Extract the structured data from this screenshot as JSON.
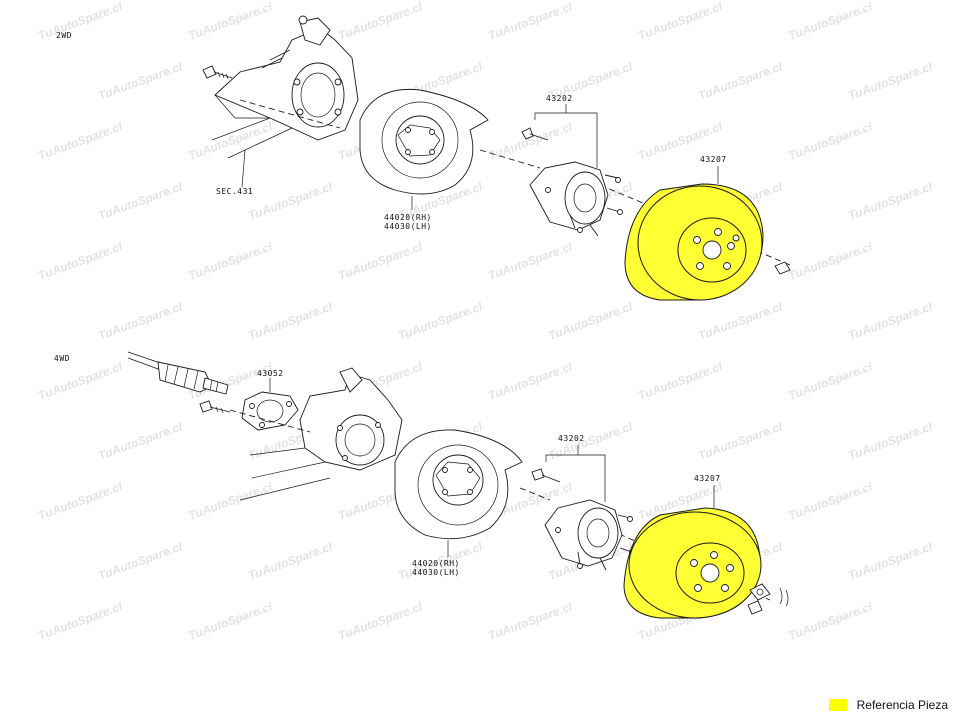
{
  "colors": {
    "highlight": "#ffff00",
    "disc_fill": "#ffff33",
    "line": "#1a1a1a",
    "watermark": "#e3e3e3"
  },
  "watermark_text": "TuAutoSpare.cl",
  "section_2wd": {
    "title": "2WD",
    "sec_ref": "SEC.431",
    "backing_plate": {
      "rh": "44020(RH)",
      "lh": "44030(LH)"
    },
    "hub_assembly": "43202",
    "brake_disc": "43207"
  },
  "section_4wd": {
    "title": "4WD",
    "seal_plate": "43052",
    "backing_plate": {
      "rh": "44020(RH)",
      "lh": "44030(LH)"
    },
    "hub_assembly": "43202",
    "brake_disc": "43207"
  },
  "legend": {
    "label": "Referencia Pieza",
    "color": "#ffff00"
  }
}
